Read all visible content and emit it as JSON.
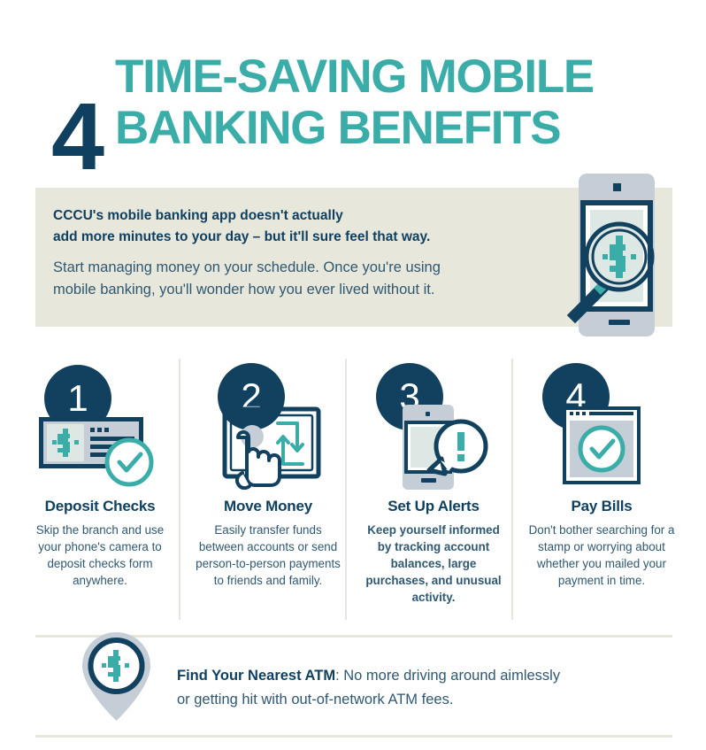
{
  "header": {
    "number": "4",
    "title_line1": "TIME-SAVING MOBILE",
    "title_line2": "BANKING BENEFITS",
    "number_color": "#10405f",
    "title_color": "#3aada9"
  },
  "intro": {
    "bold_line1": "CCCU's mobile banking app doesn't actually",
    "bold_line2": "add more minutes to your day – but it'll sure feel that way.",
    "body_line1": "Start managing money on your schedule. Once you're using",
    "body_line2": "mobile banking, you'll wonder how you ever lived without it.",
    "band_color": "#e8e7dc",
    "illustration": "phone-magnifier-dollar-icon"
  },
  "cards": [
    {
      "number": "1",
      "title": "Deposit Checks",
      "body": "Skip the branch and use your phone's camera to deposit checks form anywhere.",
      "icon": "check-document-verified-icon"
    },
    {
      "number": "2",
      "title": "Move Money",
      "body": "Easily transfer funds between accounts or send person-to-person payments to friends and family.",
      "icon": "tablet-hand-transfer-icon"
    },
    {
      "number": "3",
      "title": "Set Up Alerts",
      "body": "Keep yourself informed by tracking account balances, large purchases, and unusual activity.",
      "icon": "phone-alert-bubble-icon"
    },
    {
      "number": "4",
      "title": "Pay Bills",
      "body": "Don't bother searching for a stamp or worrying about whether you mailed your payment in time.",
      "icon": "browser-window-check-icon"
    }
  ],
  "atm": {
    "lead": "Find Your Nearest ATM",
    "separator": ": ",
    "line1_rest": "No more driving around aimlessly",
    "line2": "or getting hit with out-of-network ATM fees.",
    "icon": "map-pin-dollar-icon"
  },
  "colors": {
    "navy": "#10405f",
    "teal": "#3aada9",
    "beige": "#e8e7dc",
    "body_blue": "#2f5871",
    "gray_blue": "#c5ced6",
    "pale_green": "#dde8e4"
  }
}
